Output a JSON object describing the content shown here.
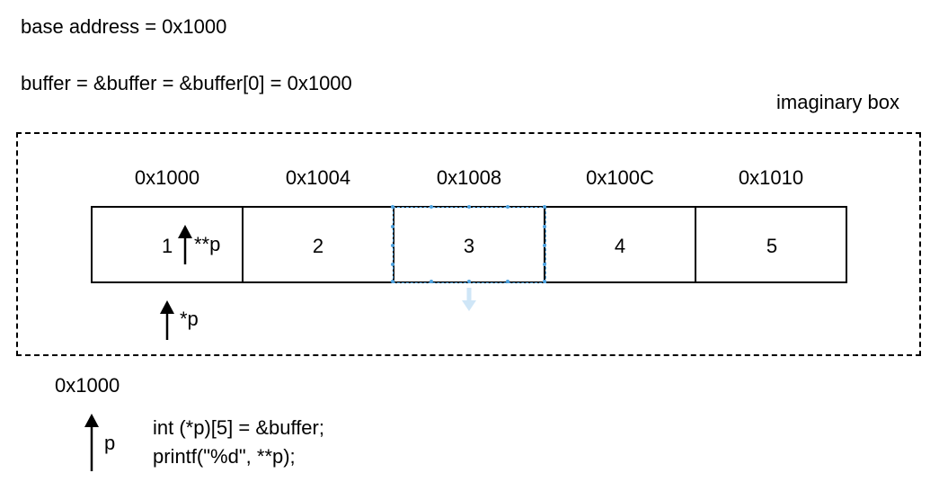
{
  "notes": {
    "base_address": "base address = 0x1000",
    "buffer_equivalence": "buffer = &buffer = &buffer[0] = 0x1000"
  },
  "imaginary_box": {
    "label": "imaginary box"
  },
  "array": {
    "addresses": [
      "0x1000",
      "0x1004",
      "0x1008",
      "0x100C",
      "0x1010"
    ],
    "values": [
      "1",
      "2",
      "3",
      "4",
      "5"
    ],
    "selected_index": 2
  },
  "pointers": {
    "double_deref_label": "**p",
    "single_deref_label": "*p",
    "p_label": "p",
    "p_value": "0x1000"
  },
  "code": {
    "lines": [
      "int (*p)[5] = &buffer;",
      "printf(\"%d\", **p);"
    ]
  },
  "colors": {
    "line": "#000000",
    "selection": "#4fa3e0",
    "selection_arrow": "#cfe6f7"
  }
}
